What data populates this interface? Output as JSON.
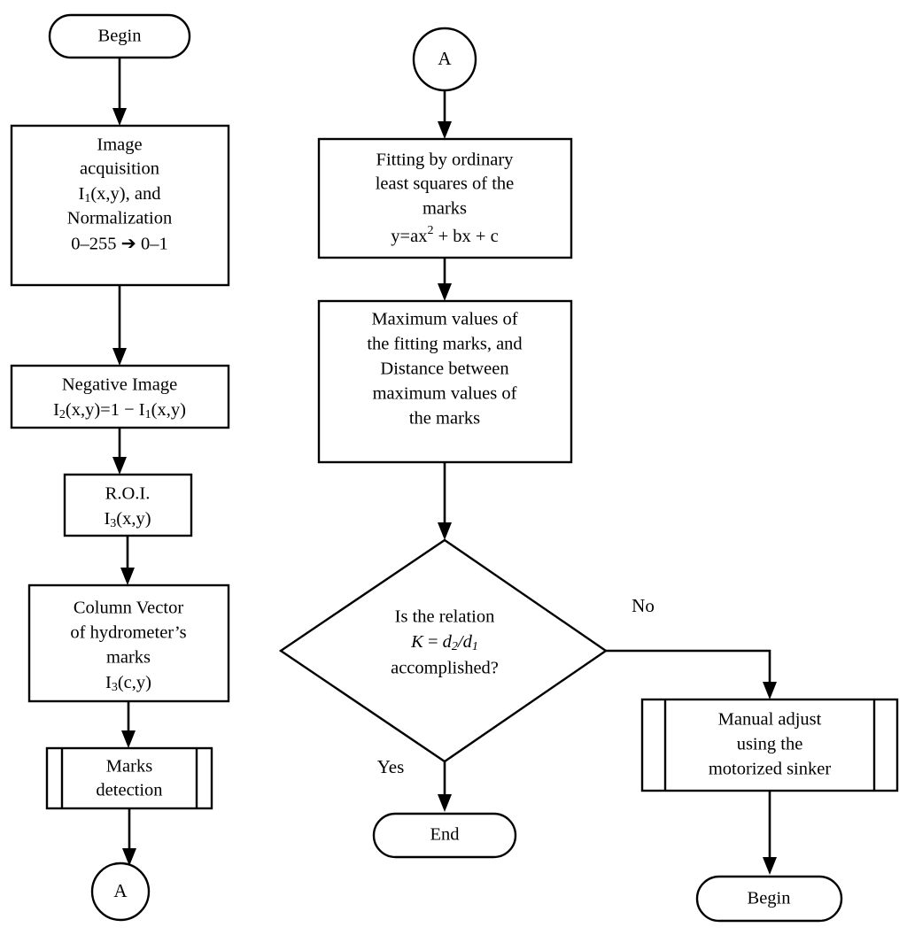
{
  "diagram": {
    "title": "Hydrometer image-processing flowchart",
    "type": "flowchart",
    "background": "#ffffff",
    "stroke": "#000000"
  },
  "nodes": {
    "begin_left": {
      "label": "Begin",
      "shape": "terminator"
    },
    "image_acquisition": {
      "shape": "process",
      "lines": [
        "Image",
        "acquisition",
        "I1(x,y), and",
        "Normalization",
        "0–255 ➔ 0–1"
      ],
      "line1": "Image",
      "line2": "acquisition",
      "line3_pre": "I",
      "line3_sub": "1",
      "line3_post": "(x,y), and",
      "line4": "Normalization",
      "line5": "0–255 ➔ 0–1"
    },
    "negative_image": {
      "shape": "process",
      "line1": "Negative Image",
      "line2_a": "I",
      "line2_a_sub": "2",
      "line2_b": "(x,y)=1 − I",
      "line2_b_sub": "1",
      "line2_c": "(x,y)"
    },
    "roi": {
      "shape": "process",
      "line1": "R.O.I.",
      "line2_pre": "I",
      "line2_sub": "3",
      "line2_post": "(x,y)"
    },
    "column_vector": {
      "shape": "process",
      "line1": "Column Vector",
      "line2": "of hydrometer’s",
      "line3": "marks",
      "line4_pre": "I",
      "line4_sub": "3",
      "line4_post": "(c,y)"
    },
    "marks_detection": {
      "shape": "predefined-process",
      "line1": "Marks",
      "line2": "detection"
    },
    "connector_a_bottom_left": {
      "label": "A",
      "shape": "connector-circle"
    },
    "connector_a_top_right": {
      "label": "A",
      "shape": "connector-circle"
    },
    "fitting": {
      "shape": "process",
      "line1": "Fitting by ordinary",
      "line2": "least squares of the",
      "line3": "marks",
      "line4_pre": "y=ax",
      "line4_sup": "2",
      "line4_post": " + bx + c"
    },
    "maximum_values": {
      "shape": "process",
      "line1": "Maximum values of",
      "line2": "the fitting marks, and",
      "line3": "Distance between",
      "line4": "maximum values of",
      "line5": "the marks"
    },
    "decision": {
      "shape": "decision",
      "line1": "Is the relation",
      "line2_k": "K",
      "line2_eq": " = ",
      "line2_d2": "d",
      "line2_d2_sub": "2",
      "line2_slash": "/",
      "line2_d1": "d",
      "line2_d1_sub": "1",
      "line3": "accomplished?"
    },
    "manual_adjust": {
      "shape": "predefined-process",
      "line1": "Manual adjust",
      "line2": "using the",
      "line3": "motorized sinker"
    },
    "end_terminal": {
      "label": "End",
      "shape": "terminator"
    },
    "begin_right": {
      "label": "Begin",
      "shape": "terminator"
    }
  },
  "edge_labels": {
    "yes": "Yes",
    "no": "No"
  }
}
